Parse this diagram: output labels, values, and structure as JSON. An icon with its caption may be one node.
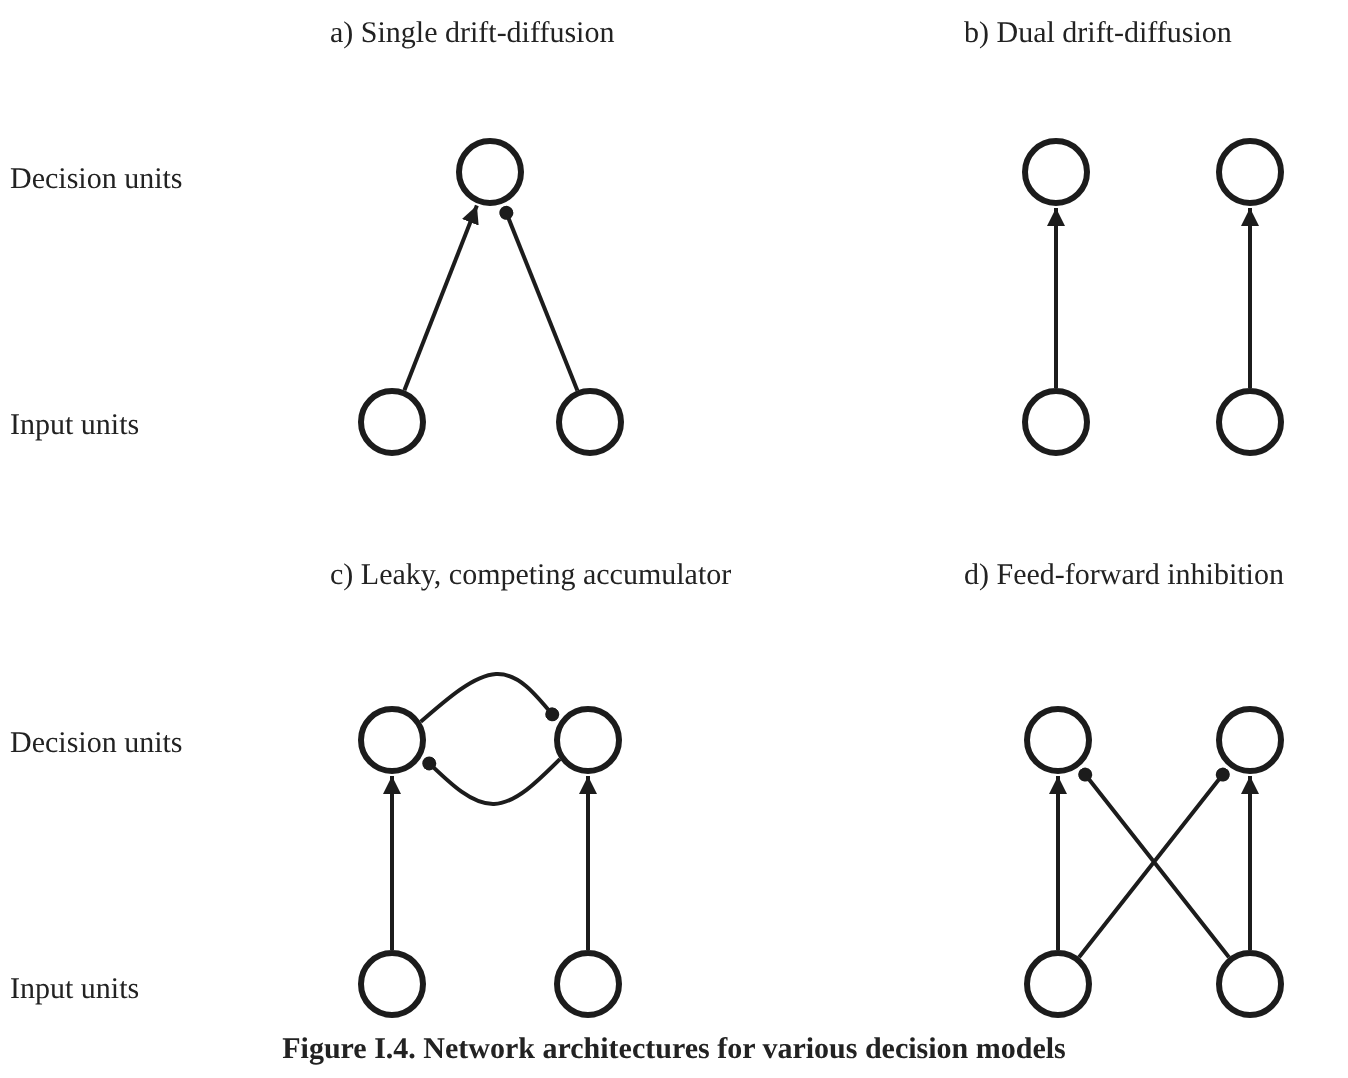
{
  "diagram": {
    "caption": "Figure I.4. Network architectures for various decision models",
    "nodes": [
      {
        "text": [],
        "shape": "circle"
      },
      {
        "text": [],
        "shape": "circle"
      },
      {
        "text": [],
        "shape": "circle"
      },
      {
        "text": [],
        "shape": "circle"
      },
      {
        "text": [],
        "shape": "circle"
      },
      {
        "text": [],
        "shape": "circle"
      },
      {
        "text": [],
        "shape": "circle"
      },
      {
        "text": [],
        "shape": "circle"
      },
      {
        "text": [],
        "shape": "circle"
      },
      {
        "text": [],
        "shape": "circle"
      },
      {
        "text": [],
        "shape": "circle"
      },
      {
        "text": [],
        "shape": "circle"
      },
      {
        "text": [],
        "shape": "circle"
      },
      {
        "text": [],
        "shape": "circle"
      },
      {
        "text": [],
        "shape": "circle"
      }
    ],
    "edges": [
      {
        "from": 3,
        "to": 0,
        "arrow": "to"
      },
      {
        "from": 4,
        "to": 0,
        "arrow": "other"
      },
      {
        "from": 5,
        "to": 1,
        "arrow": "to"
      },
      {
        "from": 6,
        "to": 2,
        "arrow": "to"
      },
      {
        "from": 11,
        "to": 7,
        "arrow": "to"
      },
      {
        "from": 12,
        "to": 8,
        "arrow": "to"
      },
      {
        "from": 7,
        "to": 8,
        "arrow": "other"
      },
      {
        "from": 8,
        "to": 7,
        "arrow": "other"
      },
      {
        "from": 13,
        "to": 9,
        "arrow": "to"
      },
      {
        "from": 14,
        "to": 10,
        "arrow": "to"
      },
      {
        "from": 13,
        "to": 10,
        "arrow": "other"
      },
      {
        "from": 14,
        "to": 9,
        "arrow": "other"
      }
    ],
    "labels": [
      "a) Single drift-diffusion",
      "b) Dual drift-diffusion",
      "Decision units",
      "Input units",
      "c) Leaky, competing accumulator",
      "d) Feed-forward inhibition",
      "Decision units",
      "Input units"
    ]
  }
}
